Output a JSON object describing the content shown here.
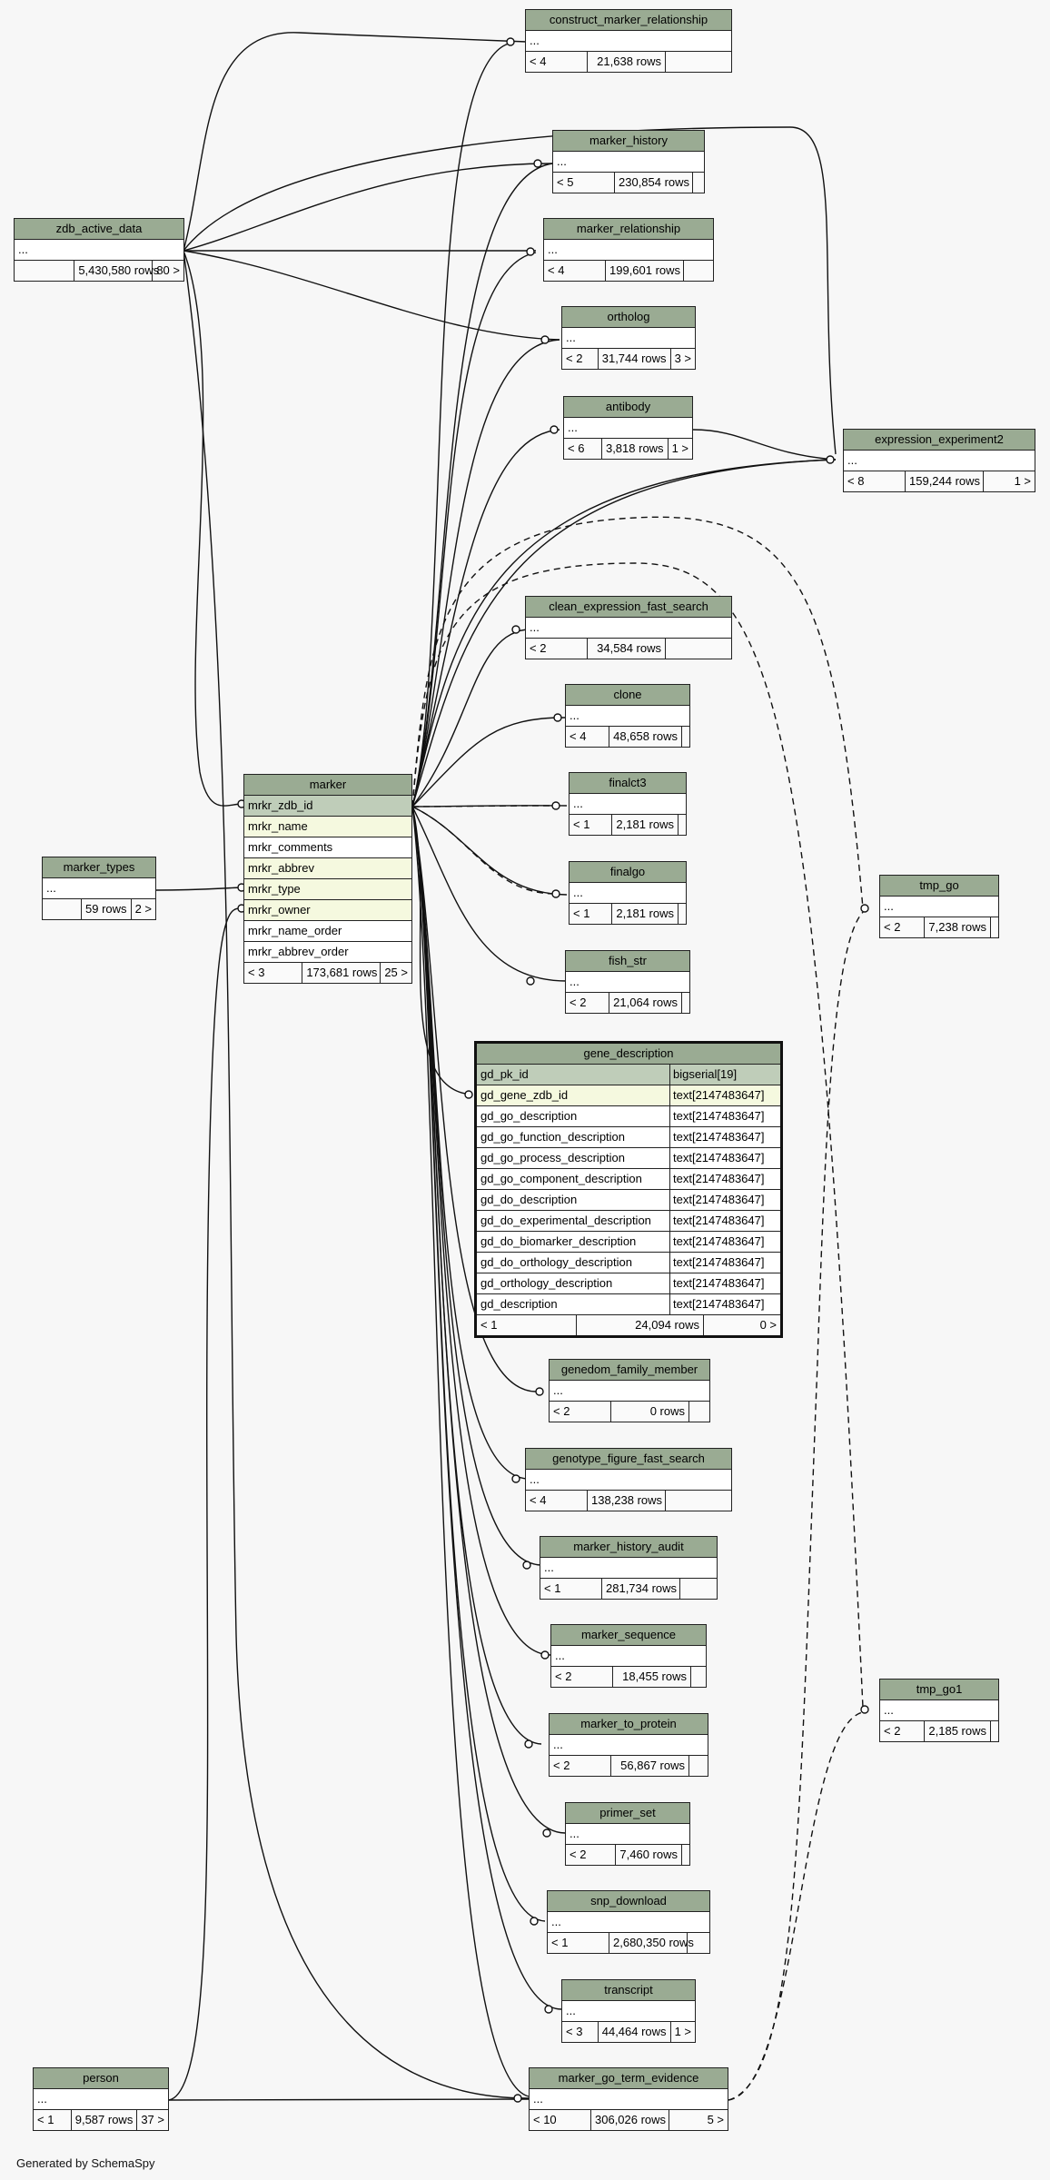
{
  "footer": "Generated by SchemaSpy",
  "tables": [
    {
      "name": "construct_marker_relationship",
      "rows": [
        {
          "c": "..."
        }
      ],
      "lt": "< 4",
      "count": "21,638 rows",
      "gt": ""
    },
    {
      "name": "marker_history",
      "rows": [
        {
          "c": "..."
        }
      ],
      "lt": "< 5",
      "count": "230,854 rows",
      "gt": ""
    },
    {
      "name": "zdb_active_data",
      "rows": [
        {
          "c": "..."
        }
      ],
      "lt": "",
      "count": "5,430,580 rows",
      "gt": "80 >"
    },
    {
      "name": "marker_relationship",
      "rows": [
        {
          "c": "..."
        }
      ],
      "lt": "< 4",
      "count": "199,601 rows",
      "gt": ""
    },
    {
      "name": "ortholog",
      "rows": [
        {
          "c": "..."
        }
      ],
      "lt": "< 2",
      "count": "31,744 rows",
      "gt": "3 >"
    },
    {
      "name": "antibody",
      "rows": [
        {
          "c": "..."
        }
      ],
      "lt": "< 6",
      "count": "3,818 rows",
      "gt": "1 >"
    },
    {
      "name": "expression_experiment2",
      "rows": [
        {
          "c": "..."
        }
      ],
      "lt": "< 8",
      "count": "159,244 rows",
      "gt": "1 >"
    },
    {
      "name": "clean_expression_fast_search",
      "rows": [
        {
          "c": "..."
        }
      ],
      "lt": "< 2",
      "count": "34,584 rows",
      "gt": ""
    },
    {
      "name": "clone",
      "rows": [
        {
          "c": "..."
        }
      ],
      "lt": "< 4",
      "count": "48,658 rows",
      "gt": ""
    },
    {
      "name": "marker",
      "rows": [
        {
          "c": "mrkr_zdb_id",
          "k": "pk"
        },
        {
          "c": "mrkr_name",
          "k": "fk"
        },
        {
          "c": "mrkr_comments"
        },
        {
          "c": "mrkr_abbrev",
          "k": "fk"
        },
        {
          "c": "mrkr_type",
          "k": "fk"
        },
        {
          "c": "mrkr_owner",
          "k": "fk"
        },
        {
          "c": "mrkr_name_order"
        },
        {
          "c": "mrkr_abbrev_order"
        }
      ],
      "lt": "< 3",
      "count": "173,681 rows",
      "gt": "25 >"
    },
    {
      "name": "finalct3",
      "rows": [
        {
          "c": "..."
        }
      ],
      "lt": "< 1",
      "count": "2,181 rows",
      "gt": ""
    },
    {
      "name": "marker_types",
      "rows": [
        {
          "c": "..."
        }
      ],
      "lt": "",
      "count": "59 rows",
      "gt": "2 >"
    },
    {
      "name": "finalgo",
      "rows": [
        {
          "c": "..."
        }
      ],
      "lt": "< 1",
      "count": "2,181 rows",
      "gt": ""
    },
    {
      "name": "tmp_go",
      "rows": [
        {
          "c": "..."
        }
      ],
      "lt": "< 2",
      "count": "7,238 rows",
      "gt": ""
    },
    {
      "name": "fish_str",
      "rows": [
        {
          "c": "..."
        }
      ],
      "lt": "< 2",
      "count": "21,064 rows",
      "gt": ""
    },
    {
      "name": "gene_description",
      "rows": [
        {
          "c": "gd_pk_id",
          "t": "bigserial[19]",
          "k": "pk"
        },
        {
          "c": "gd_gene_zdb_id",
          "t": "text[2147483647]",
          "k": "fk"
        },
        {
          "c": "gd_go_description",
          "t": "text[2147483647]"
        },
        {
          "c": "gd_go_function_description",
          "t": "text[2147483647]"
        },
        {
          "c": "gd_go_process_description",
          "t": "text[2147483647]"
        },
        {
          "c": "gd_go_component_description",
          "t": "text[2147483647]"
        },
        {
          "c": "gd_do_description",
          "t": "text[2147483647]"
        },
        {
          "c": "gd_do_experimental_description",
          "t": "text[2147483647]"
        },
        {
          "c": "gd_do_biomarker_description",
          "t": "text[2147483647]"
        },
        {
          "c": "gd_do_orthology_description",
          "t": "text[2147483647]"
        },
        {
          "c": "gd_orthology_description",
          "t": "text[2147483647]"
        },
        {
          "c": "gd_description",
          "t": "text[2147483647]"
        }
      ],
      "lt": "< 1",
      "count": "24,094 rows",
      "gt": "0 >"
    },
    {
      "name": "genedom_family_member",
      "rows": [
        {
          "c": "..."
        }
      ],
      "lt": "< 2",
      "count": "0 rows",
      "gt": ""
    },
    {
      "name": "genotype_figure_fast_search",
      "rows": [
        {
          "c": "..."
        }
      ],
      "lt": "< 4",
      "count": "138,238 rows",
      "gt": ""
    },
    {
      "name": "marker_history_audit",
      "rows": [
        {
          "c": "..."
        }
      ],
      "lt": "< 1",
      "count": "281,734 rows",
      "gt": ""
    },
    {
      "name": "marker_sequence",
      "rows": [
        {
          "c": "..."
        }
      ],
      "lt": "< 2",
      "count": "18,455 rows",
      "gt": ""
    },
    {
      "name": "tmp_go1",
      "rows": [
        {
          "c": "..."
        }
      ],
      "lt": "< 2",
      "count": "2,185 rows",
      "gt": ""
    },
    {
      "name": "marker_to_protein",
      "rows": [
        {
          "c": "..."
        }
      ],
      "lt": "< 2",
      "count": "56,867 rows",
      "gt": ""
    },
    {
      "name": "primer_set",
      "rows": [
        {
          "c": "..."
        }
      ],
      "lt": "< 2",
      "count": "7,460 rows",
      "gt": ""
    },
    {
      "name": "snp_download",
      "rows": [
        {
          "c": "..."
        }
      ],
      "lt": "< 1",
      "count": "2,680,350 rows",
      "gt": ""
    },
    {
      "name": "transcript",
      "rows": [
        {
          "c": "..."
        }
      ],
      "lt": "< 3",
      "count": "44,464 rows",
      "gt": "1 >"
    },
    {
      "name": "person",
      "rows": [
        {
          "c": "..."
        }
      ],
      "lt": "< 1",
      "count": "9,587 rows",
      "gt": "37 >"
    },
    {
      "name": "marker_go_term_evidence",
      "rows": [
        {
          "c": "..."
        }
      ],
      "lt": "< 10",
      "count": "306,026 rows",
      "gt": "5 >"
    }
  ]
}
